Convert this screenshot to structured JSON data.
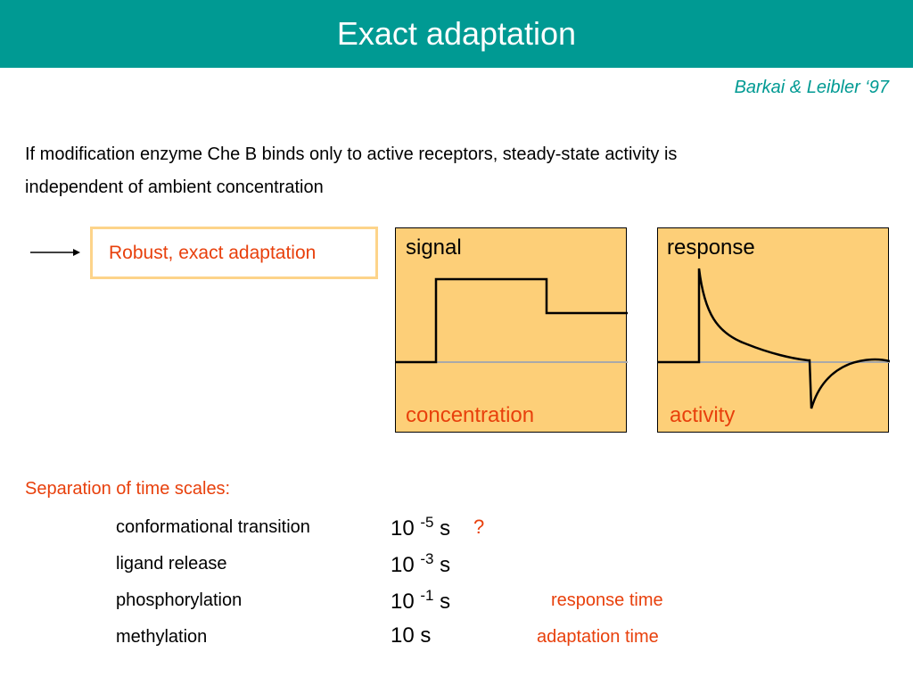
{
  "header": {
    "title": "Exact adaptation",
    "citation": "Barkai & Leibler ‘97"
  },
  "intro": {
    "line1": "If modification enzyme Che B binds only to active receptors, steady-state activity is",
    "line2": "independent of ambient concentration"
  },
  "callout": {
    "text": "Robust, exact adaptation"
  },
  "panels": {
    "signal": {
      "top_label": "signal",
      "bottom_label": "concentration"
    },
    "response": {
      "top_label": "response",
      "bottom_label": "activity"
    }
  },
  "timescales": {
    "heading": "Separation of time scales:",
    "rows": [
      {
        "name": "conformational transition",
        "base": "10",
        "exp": "-5",
        "unit": "s",
        "note": "?"
      },
      {
        "name": "ligand release",
        "base": "10",
        "exp": "-3",
        "unit": "s",
        "note": ""
      },
      {
        "name": "phosphorylation",
        "base": "10",
        "exp": "-1",
        "unit": "s",
        "note": "response time"
      },
      {
        "name": "methylation",
        "base": "10",
        "exp": "",
        "unit": "s",
        "note": "adaptation time"
      }
    ]
  },
  "colors": {
    "header_bg": "#009a93",
    "panel_bg": "#fdcf78",
    "accent_red": "#e8400c",
    "callout_border": "#fdd48a",
    "baseline_gray": "#a9a9a9"
  }
}
